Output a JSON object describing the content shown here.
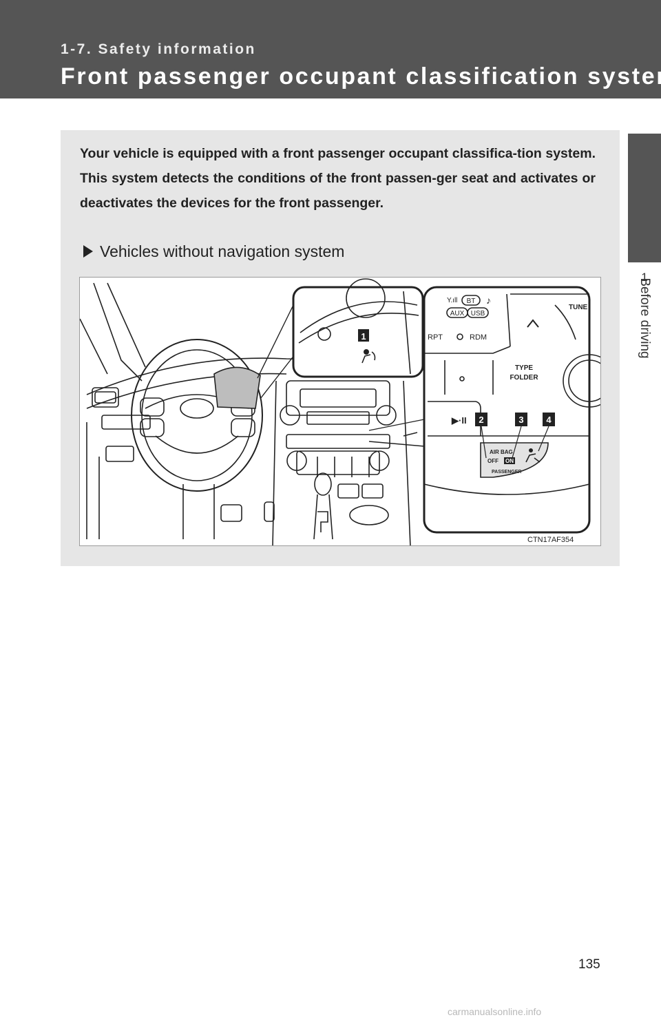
{
  "header": {
    "section": "1-7. Safety information",
    "title": "Front passenger occupant classification system"
  },
  "side_tab": {
    "chapter_number": "1",
    "chapter_label": "Before driving"
  },
  "intro": {
    "text": "Your vehicle is equipped with a front passenger occupant classifica-tion system. This system detects the conditions of the front passen-ger seat and activates or deactivates the devices for the front passenger."
  },
  "bullet": {
    "text": "Vehicles without navigation system"
  },
  "figure": {
    "code": "CTN17AF354",
    "callouts": [
      "1",
      "2",
      "3",
      "4"
    ],
    "panel_labels": {
      "bt": "BT",
      "aux": "AUX",
      "usb": "USB",
      "rpt": "RPT",
      "rdm": "RDM",
      "tune": "TUNE",
      "type": "TYPE",
      "folder": "FOLDER",
      "air_bag": "AIR BAG",
      "off": "OFF",
      "on": "ON",
      "passenger": "PASSENGER"
    }
  },
  "page_number": "135",
  "watermark": "carmanualsonline.info"
}
